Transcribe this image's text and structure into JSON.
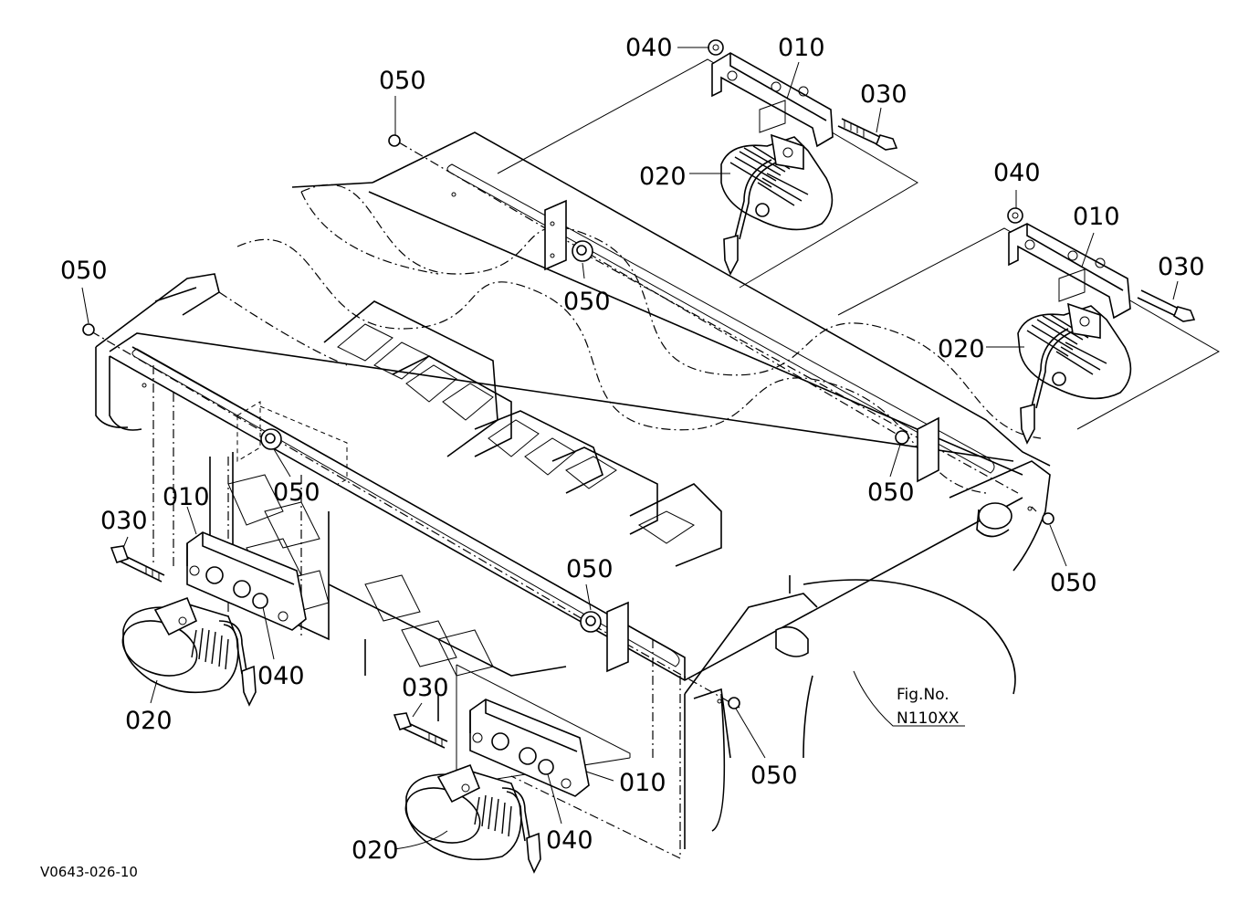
{
  "diagram": {
    "reference_code": "V0643-026-10",
    "figure_ref": {
      "line1": "Fig.No.",
      "line2": "N110XX"
    },
    "callouts": {
      "c_040_top1": "040",
      "c_010_top1": "010",
      "c_030_top1": "030",
      "c_020_top1": "020",
      "c_050_top_left": "050",
      "c_050_top_mid": "050",
      "c_040_top2": "040",
      "c_010_top2": "010",
      "c_030_top2": "030",
      "c_020_top2": "020",
      "c_050_left": "050",
      "c_050_mid_left": "050",
      "c_050_mid_right": "050",
      "c_050_right": "050",
      "c_050_center": "050",
      "c_050_bottom_right": "050",
      "c_010_bottom1": "010",
      "c_030_bottom1": "030",
      "c_040_bottom1": "040",
      "c_020_bottom1": "020",
      "c_030_bottom2": "030",
      "c_010_bottom2": "010",
      "c_040_bottom2": "040",
      "c_020_bottom2": "020"
    }
  }
}
